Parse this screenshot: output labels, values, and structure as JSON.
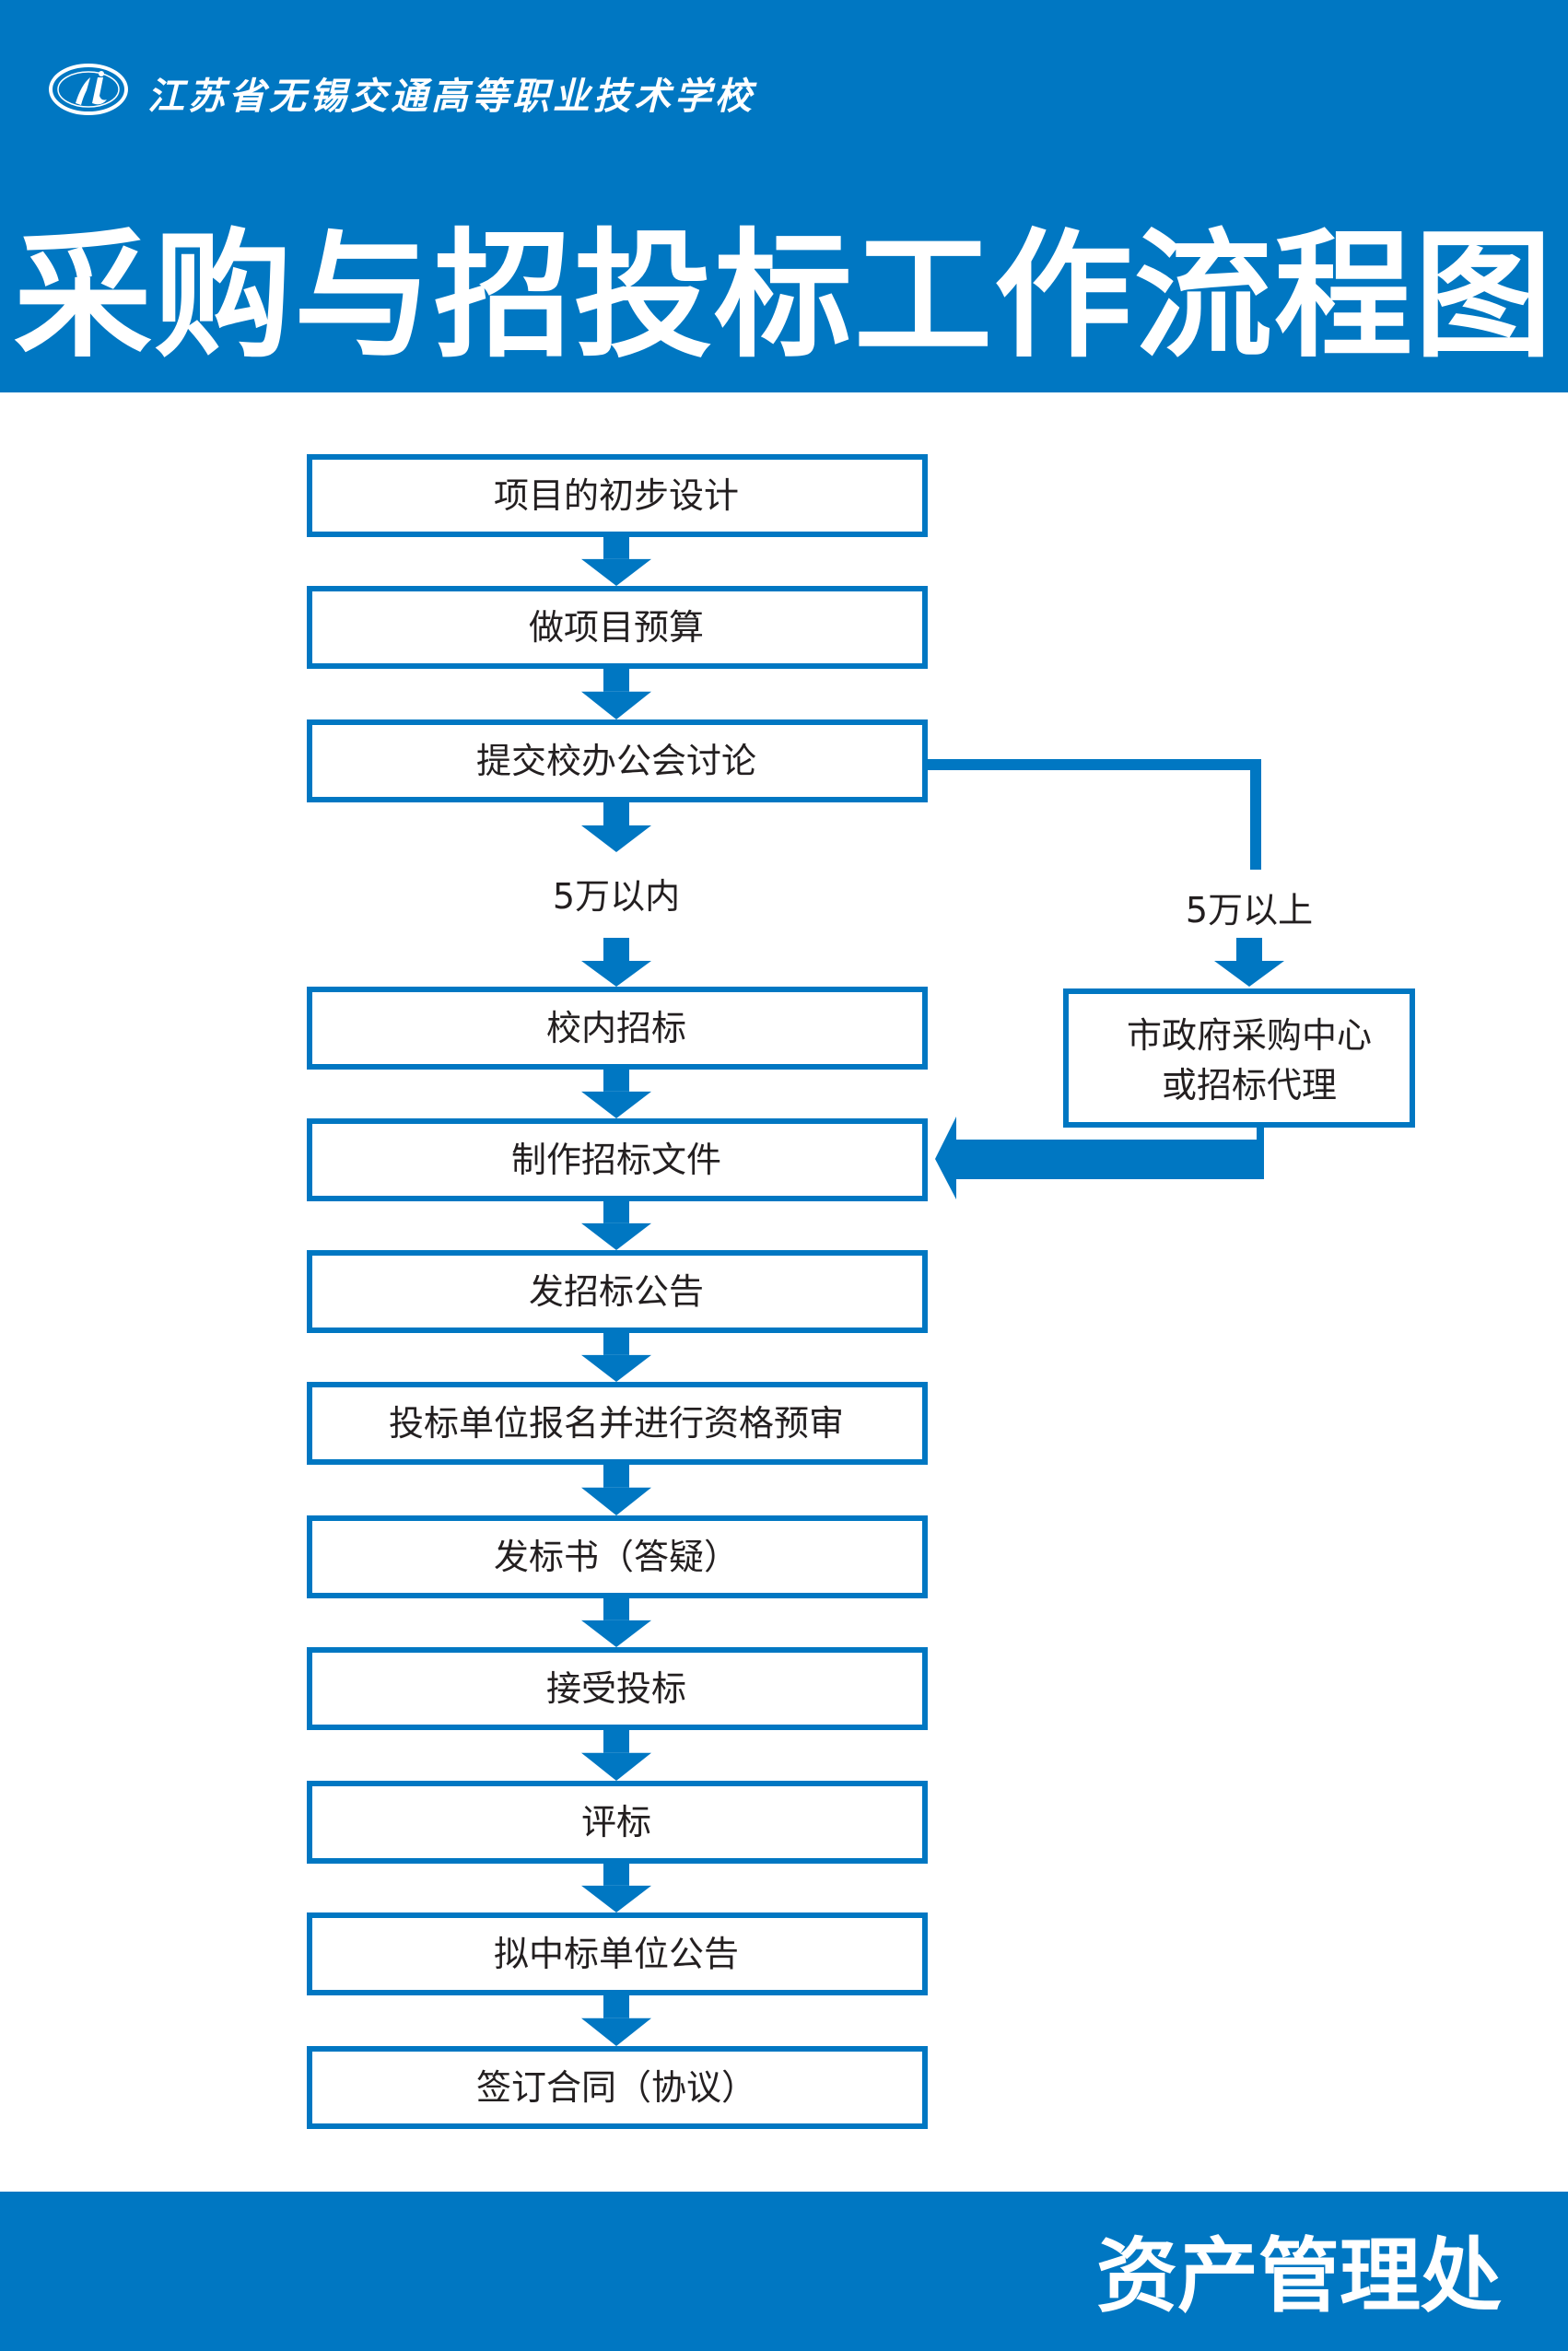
{
  "header": {
    "school_name": "江苏省无锡交通高等职业技术学校",
    "title": "采购与招投标工作流程图"
  },
  "flow": {
    "steps": [
      "项目的初步设计",
      "做项目预算",
      "提交校办公会讨论",
      "校内招标",
      "制作招标文件",
      "发招标公告",
      "投标单位报名并进行资格预审",
      "发标书（答疑）",
      "接受投标",
      "评标",
      "拟中标单位公告",
      "签订合同（协议）"
    ],
    "branch_within_label": "5万以内",
    "branch_above_label": "5万以上",
    "external_box_line1": "市政府采购中心",
    "external_box_line2": "或招标代理"
  },
  "footer": {
    "department": "资产管理处"
  },
  "colors": {
    "brand_blue": "#0077c2",
    "text": "#231f20"
  }
}
